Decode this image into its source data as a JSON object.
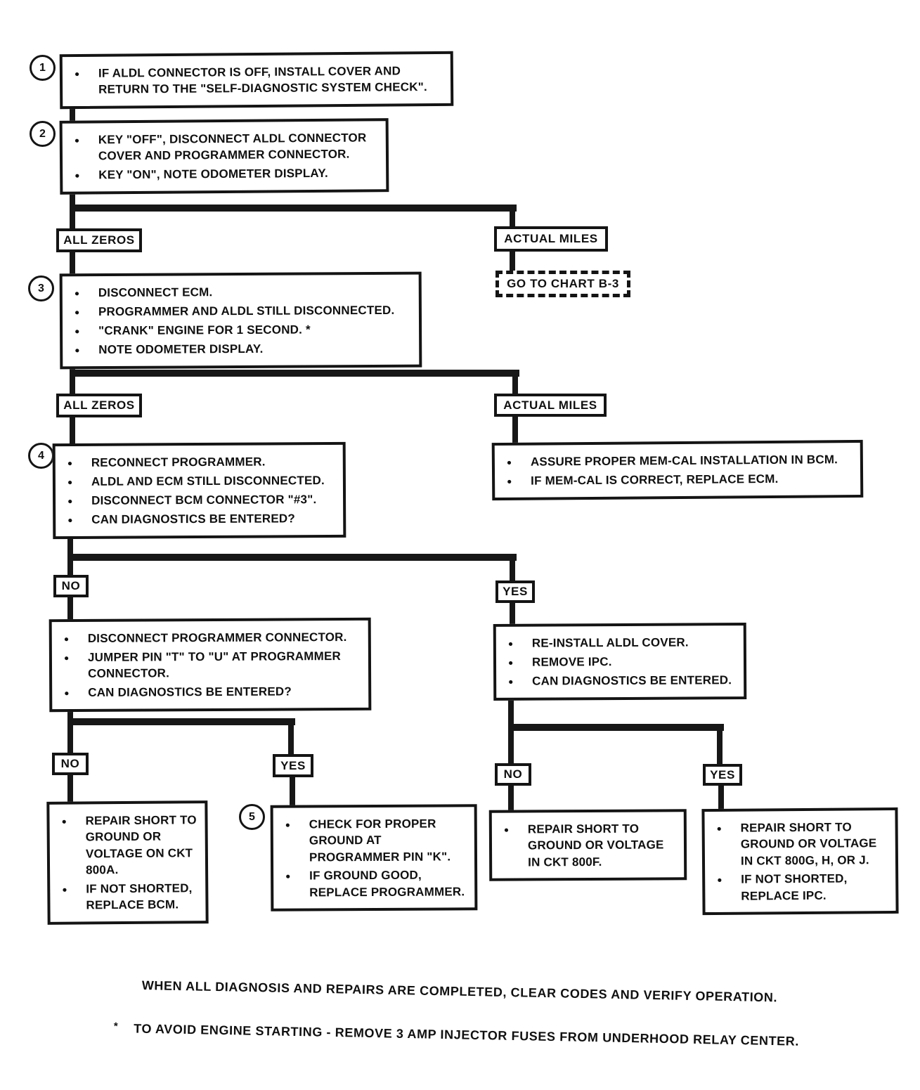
{
  "nodes": {
    "box1": {
      "step": "1",
      "bullets": [
        "IF ALDL CONNECTOR IS OFF, INSTALL COVER AND RETURN TO THE \"SELF-DIAGNOSTIC SYSTEM CHECK\"."
      ]
    },
    "box2": {
      "step": "2",
      "bullets": [
        "KEY \"OFF\", DISCONNECT ALDL CONNECTOR COVER AND PROGRAMMER CONNECTOR.",
        "KEY \"ON\", NOTE ODOMETER DISPLAY."
      ]
    },
    "box3": {
      "step": "3",
      "bullets": [
        "DISCONNECT ECM.",
        "PROGRAMMER AND ALDL STILL DISCONNECTED.",
        "\"CRANK\" ENGINE FOR 1 SECOND. *",
        "NOTE ODOMETER DISPLAY."
      ]
    },
    "box4": {
      "step": "4",
      "bullets": [
        "RECONNECT PROGRAMMER.",
        "ALDL AND ECM STILL DISCONNECTED.",
        "DISCONNECT BCM CONNECTOR \"#3\".",
        "CAN DIAGNOSTICS BE ENTERED?"
      ]
    },
    "box5": {
      "step": "5",
      "bullets": [
        "CHECK FOR PROPER GROUND AT PROGRAMMER PIN \"K\".",
        "IF GROUND GOOD, REPLACE PROGRAMMER."
      ]
    },
    "memcal": {
      "bullets": [
        "ASSURE PROPER MEM-CAL INSTALLATION IN BCM.",
        "IF MEM-CAL IS CORRECT, REPLACE ECM."
      ]
    },
    "noBranch": {
      "bullets": [
        "DISCONNECT PROGRAMMER CONNECTOR.",
        "JUMPER PIN \"T\" TO \"U\" AT PROGRAMMER CONNECTOR.",
        "CAN DIAGNOSTICS BE ENTERED?"
      ]
    },
    "yesBranch": {
      "bullets": [
        "RE-INSTALL ALDL COVER.",
        "REMOVE IPC.",
        "CAN DIAGNOSTICS BE ENTERED."
      ]
    },
    "ckt800a": {
      "bullets": [
        "REPAIR SHORT TO GROUND OR VOLTAGE ON CKT 800A.",
        "IF NOT SHORTED, REPLACE BCM."
      ]
    },
    "ckt800f": {
      "bullets": [
        "REPAIR SHORT TO GROUND OR VOLTAGE IN CKT 800F."
      ]
    },
    "ckt800g": {
      "bullets": [
        "REPAIR SHORT TO GROUND OR VOLTAGE IN CKT 800G, H, OR J.",
        "IF NOT SHORTED, REPLACE IPC."
      ]
    },
    "gotoChart": "GO TO CHART B-3"
  },
  "labels": {
    "allZeros1": "ALL ZEROS",
    "actualMiles1": "ACTUAL MILES",
    "allZeros2": "ALL ZEROS",
    "actualMiles2": "ACTUAL MILES",
    "no1": "NO",
    "yes1": "YES",
    "no2": "NO",
    "yes2": "YES",
    "no3": "NO",
    "yes3": "YES"
  },
  "footer": {
    "note1": "WHEN ALL DIAGNOSIS AND REPAIRS ARE COMPLETED, CLEAR CODES AND VERIFY OPERATION.",
    "note2_marker": "*",
    "note2": "TO AVOID ENGINE STARTING - REMOVE 3 AMP INJECTOR FUSES FROM UNDERHOOD RELAY CENTER."
  }
}
